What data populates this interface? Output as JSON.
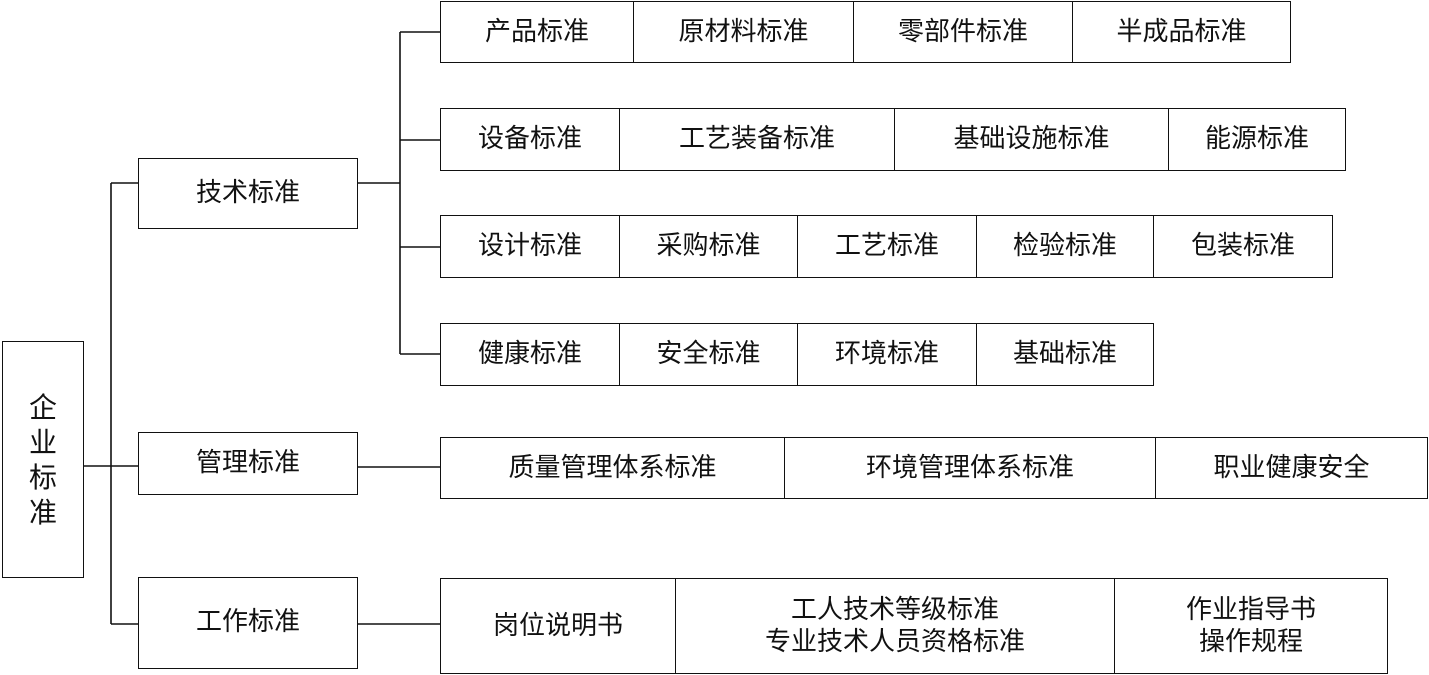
{
  "root": {
    "chars": [
      "企",
      "业",
      "标",
      "准"
    ]
  },
  "categories": [
    {
      "label": "技术标准",
      "rows": [
        [
          "产品标准",
          "原材料标准",
          "零部件标准",
          "半成品标准"
        ],
        [
          "设备标准",
          "工艺装备标准",
          "基础设施标准",
          "能源标准"
        ],
        [
          "设计标准",
          "采购标准",
          "工艺标准",
          "检验标准",
          "包装标准"
        ],
        [
          "健康标准",
          "安全标准",
          "环境标准",
          "基础标准"
        ]
      ]
    },
    {
      "label": "管理标准",
      "rows": [
        [
          "质量管理体系标准",
          "环境管理体系标准",
          "职业健康安全"
        ]
      ]
    },
    {
      "label": "工作标准",
      "rows": [
        [
          {
            "line1": "岗位说明书"
          },
          {
            "line1": "工人技术等级标准",
            "line2": "专业技术人员资格标准"
          },
          {
            "line1": "作业指导书",
            "line2": "操作规程"
          }
        ]
      ]
    }
  ]
}
